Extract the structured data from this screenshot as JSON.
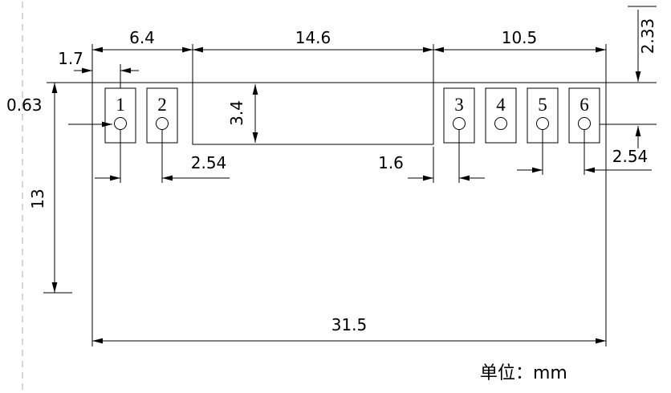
{
  "drawing": {
    "unit_note": "单位：mm",
    "pads": {
      "labels": [
        "1",
        "2",
        "3",
        "4",
        "5",
        "6"
      ]
    },
    "dims": {
      "top_left_width": "6.4",
      "top_middle_width": "14.6",
      "top_right_width": "10.5",
      "top_to_hole_center": "2.33",
      "edge_to_hole1": "1.7",
      "hole_diameter": "0.63",
      "body_height": "3.4",
      "left_pitch": "2.54",
      "body_to_pad3": "1.6",
      "right_pitch": "2.54",
      "overall_height": "13",
      "overall_width": "31.5"
    },
    "colors": {
      "line": "#000000",
      "pad_number": "#e00000"
    }
  }
}
